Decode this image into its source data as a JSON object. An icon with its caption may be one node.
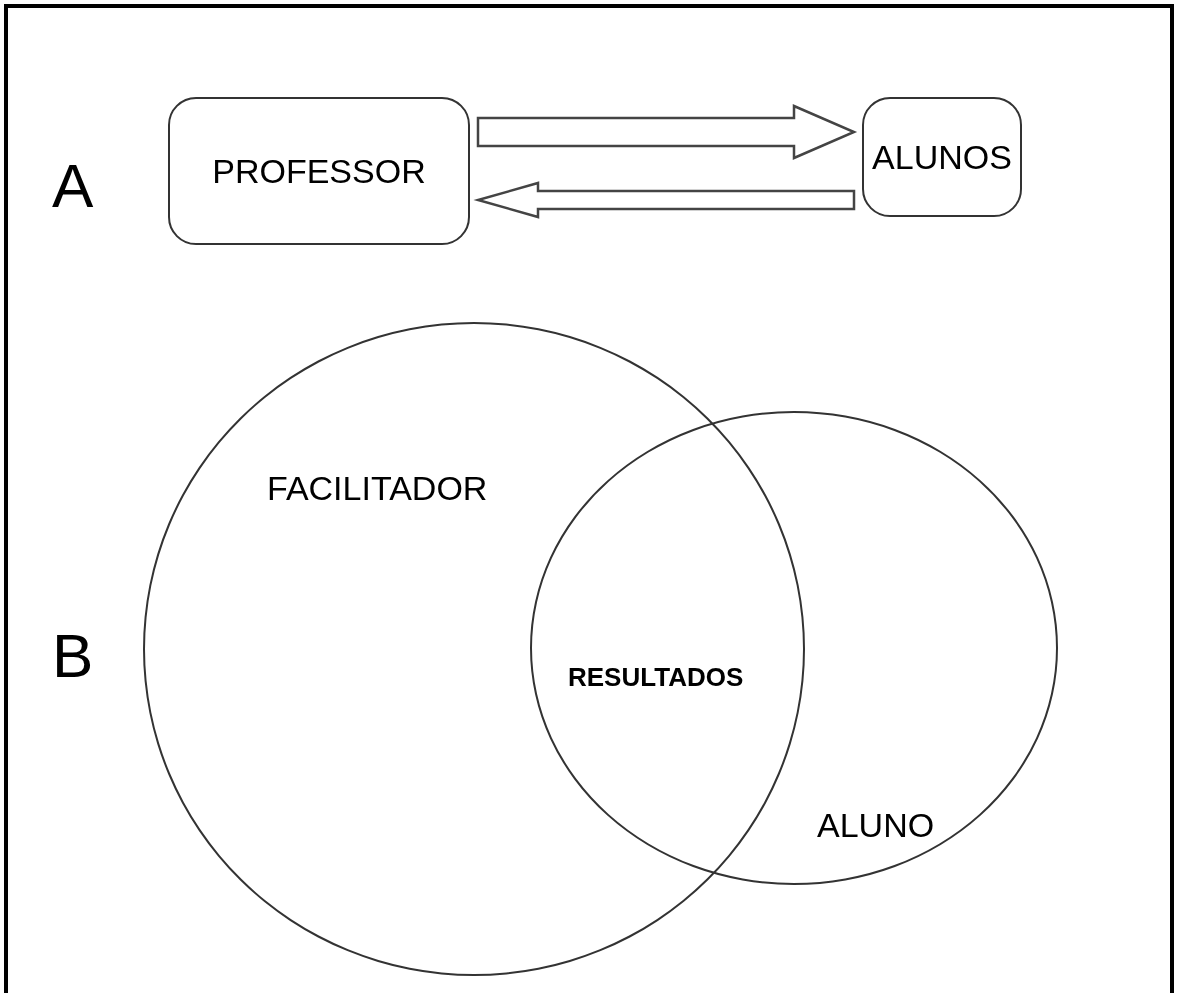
{
  "diagram": {
    "nodes": [
      {
        "text": [
          "PROFESSOR"
        ]
      },
      {
        "text": [
          "ALUNOS"
        ]
      },
      {
        "text": [
          "FACILITADOR"
        ]
      },
      {
        "text": [
          "ALUNO"
        ]
      }
    ],
    "edges": [
      {
        "from": 0,
        "to": 1,
        "arrow": "to"
      },
      {
        "from": 1,
        "to": 0,
        "arrow": "to"
      }
    ],
    "labels": [
      "A",
      "B",
      "RESULTADOS"
    ]
  }
}
